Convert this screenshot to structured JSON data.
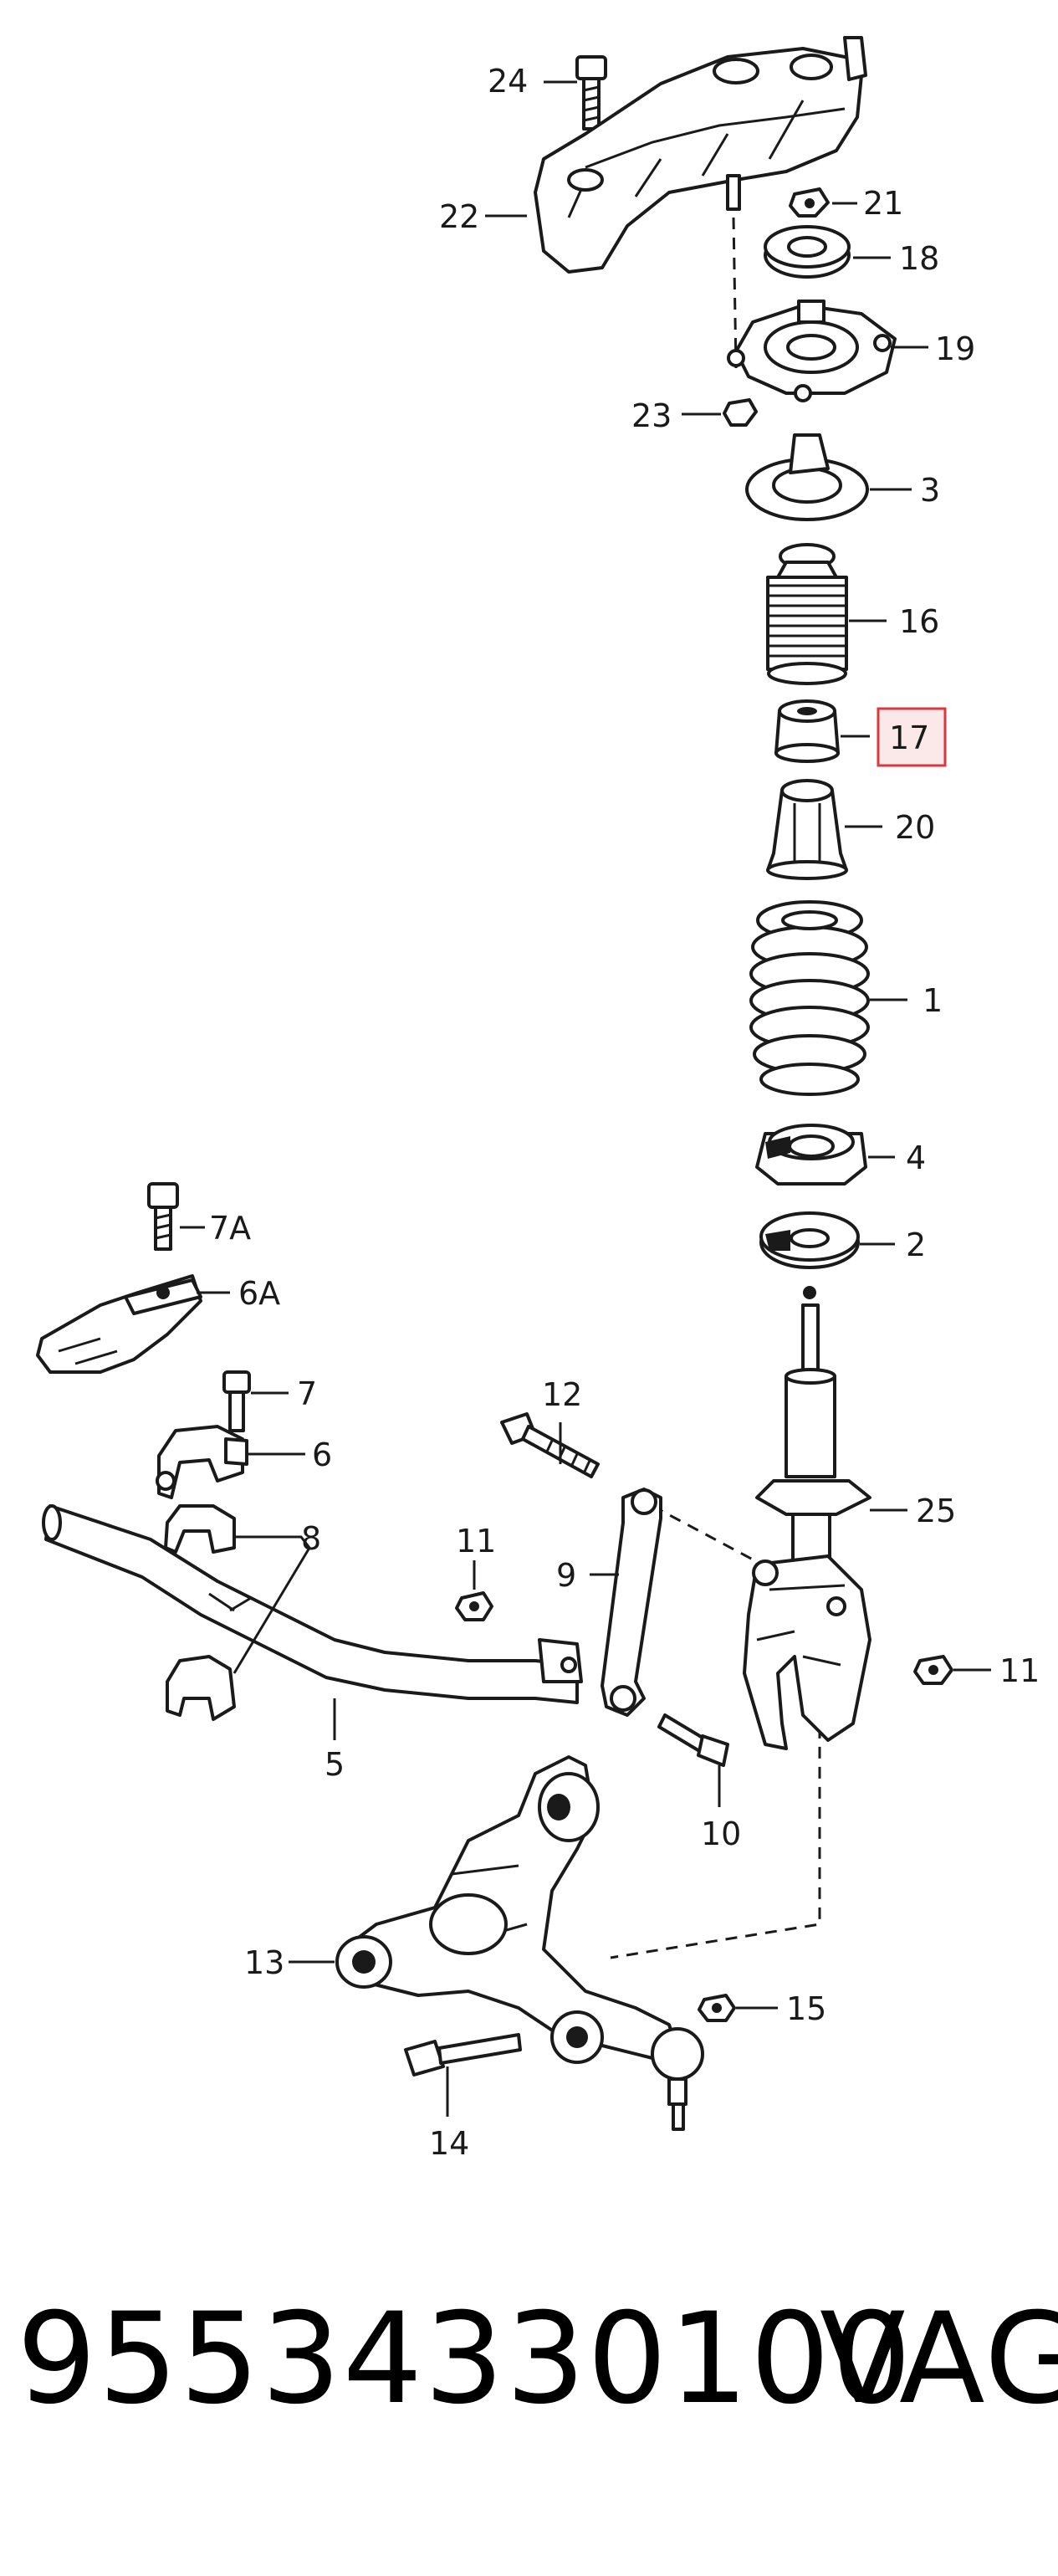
{
  "callouts": {
    "l24": "24",
    "l22": "22",
    "l21": "21",
    "l18": "18",
    "l19": "19",
    "l23": "23",
    "l3": "3",
    "l16": "16",
    "l17": "17",
    "l20": "20",
    "l1": "1",
    "l4": "4",
    "l2": "2",
    "l7a": "7A",
    "l6a": "6A",
    "l7": "7",
    "l6": "6",
    "l8": "8",
    "l12": "12",
    "l25": "25",
    "l11a": "11",
    "l9": "9",
    "l11b": "11",
    "l5": "5",
    "l10": "10",
    "l13": "13",
    "l15": "15",
    "l14": "14"
  },
  "highlighted_callout": "17",
  "highlight_color": "#d9383f",
  "footer": {
    "part_number": "95534330100",
    "brand": "VAG"
  }
}
